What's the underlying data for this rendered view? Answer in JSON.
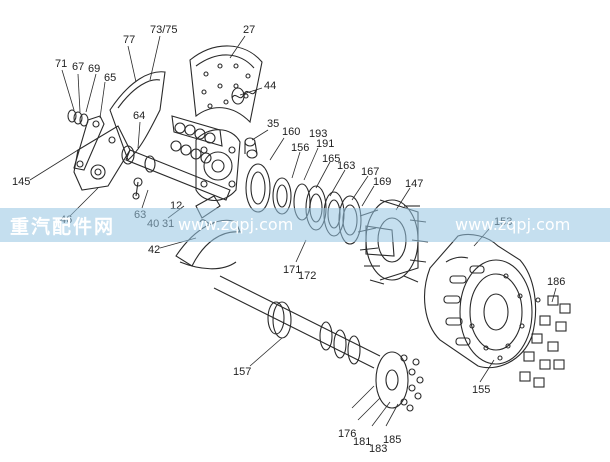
{
  "callouts": {
    "c71": "71",
    "c67": "67",
    "c69": "69",
    "c65": "65",
    "c77": "77",
    "c7375": "73/75",
    "c27": "27",
    "c44": "44",
    "c64": "64",
    "c35": "35",
    "c160": "160",
    "c193": "193",
    "c156": "156",
    "c191": "191",
    "c165": "165",
    "c163": "163",
    "c167": "167",
    "c169": "169",
    "c147": "147",
    "c145": "145",
    "c46": "46",
    "c63": "63",
    "c12": "12",
    "c40": "40",
    "c31": "31",
    "c42": "42",
    "c153": "153",
    "c171": "171",
    "c172": "172",
    "c186": "186",
    "c155": "155",
    "c157": "157",
    "c176": "176",
    "c181": "181",
    "c183": "183",
    "c185": "185"
  },
  "watermark": {
    "left": "重汽配件网",
    "middle": "www.zqpj.com",
    "right": "www.zqpj.com"
  }
}
